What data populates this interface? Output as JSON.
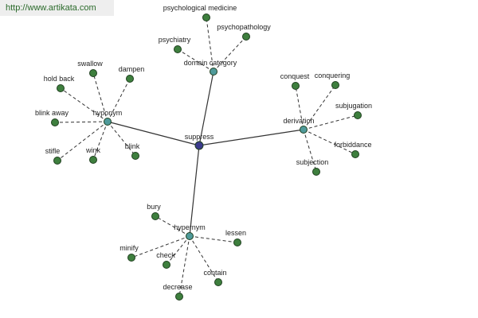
{
  "header": {
    "source_url": "http://www.artikata.com"
  },
  "graph": {
    "root": {
      "id": "suppress",
      "label": "suppress",
      "color": "#3b3b8c"
    },
    "colors": {
      "hub": "#4f9a9a",
      "leaf": "#3e7f3e"
    },
    "hubs": [
      {
        "id": "hyponym",
        "label": "hyponym",
        "leaves": [
          "swallow",
          "dampen",
          "hold back",
          "blink away",
          "stifle",
          "wink",
          "blink"
        ]
      },
      {
        "id": "domain-category",
        "label": "domain category",
        "leaves": [
          "psychological medicine",
          "psychiatry",
          "psychopathology"
        ]
      },
      {
        "id": "derivation",
        "label": "derivation",
        "leaves": [
          "conquest",
          "conquering",
          "subjugation",
          "forbiddance",
          "subjection"
        ]
      },
      {
        "id": "hypernym",
        "label": "hypernym",
        "leaves": [
          "bury",
          "lessen",
          "minify",
          "check",
          "contain",
          "decrease"
        ]
      }
    ]
  }
}
